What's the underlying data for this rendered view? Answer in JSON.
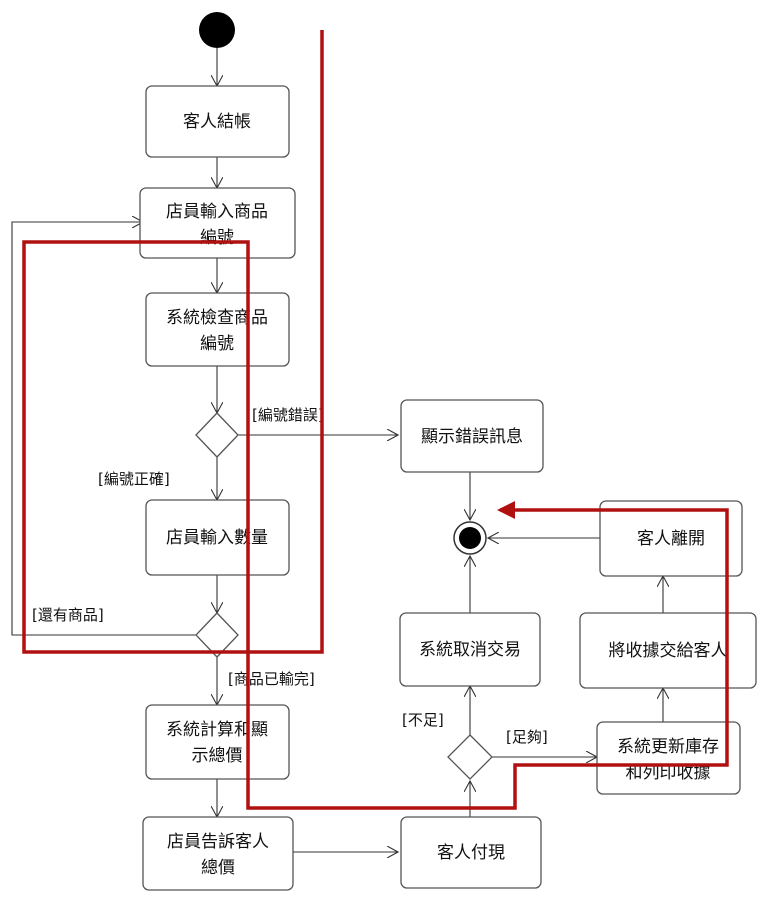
{
  "colors": {
    "overlay_path": "#b01010",
    "node_border": "#555555",
    "initial_node": "#000000"
  },
  "nodes": {
    "checkout": "客人結帳",
    "clerk_enter_id": [
      "店員輸入商品",
      "編號"
    ],
    "system_check_id": [
      "系統檢查商品",
      "編號"
    ],
    "show_error": "顯示錯誤訊息",
    "clerk_enter_qty": "店員輸入數量",
    "system_calc": [
      "系統計算和顯",
      "示總價"
    ],
    "clerk_tell": [
      "店員告訴客人",
      "總價"
    ],
    "customer_pay": "客人付現",
    "cancel": "系統取消交易",
    "update_print": [
      "系統更新庫存",
      "和列印收據"
    ],
    "give_receipt": "將收據交給客人",
    "customer_leave": "客人離開"
  },
  "guards": {
    "id_error": "[編號錯誤]",
    "id_correct": "[編號正確]",
    "more_items": "[還有商品]",
    "items_done": "[商品已輸完]",
    "insufficient": "[不足]",
    "sufficient": "[足夠]"
  }
}
